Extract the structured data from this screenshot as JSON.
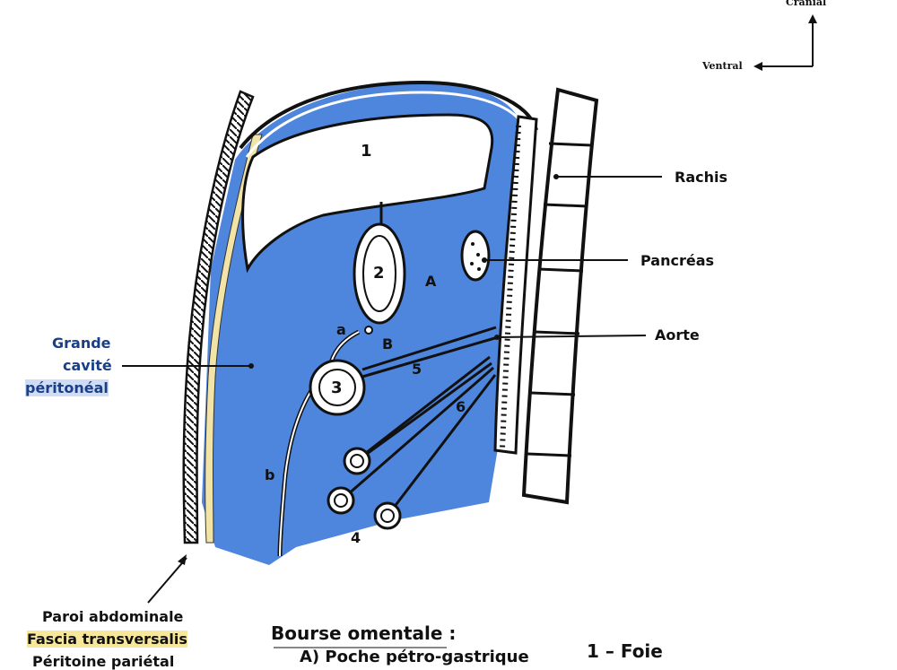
{
  "orientation": {
    "cranial": "Cranial",
    "ventral": "Ventral"
  },
  "labels": {
    "rachis": "Rachis",
    "pancreas": "Pancréas",
    "aorte": "Aorte",
    "grande_cavite": [
      "Grande",
      "cavité",
      "péritonéal"
    ],
    "paroi": "Paroi abdominale",
    "fascia": "Fascia transversalis",
    "peritoine": "Péritoine pariétal"
  },
  "markers": {
    "n1": "1",
    "n2": "2",
    "n3": "3",
    "n4": "4",
    "n5": "5",
    "n6": "6",
    "A": "A",
    "B": "B",
    "a": "a",
    "b": "b"
  },
  "legend": {
    "title": "Bourse omentale :",
    "item_a": "A) Poche pétro-gastrique",
    "item_1": "1 – Foie"
  },
  "colors": {
    "cavity": "#4f86dd",
    "wall_yellow": "#f1e4a6",
    "lines": "#111111",
    "label_blue": "#1b3f86"
  }
}
